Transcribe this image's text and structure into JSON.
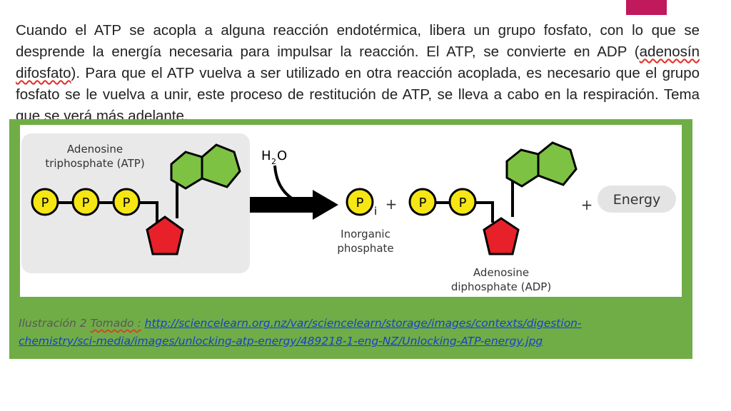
{
  "accent_color": "#c0195c",
  "panel_color": "#70ad47",
  "paragraph": {
    "part1": "Cuando el ATP se acopla a alguna reacción endotérmica, libera un grupo fosfato, con lo que se desprende la energía necesaria para impulsar la reacción. El ATP, se convierte en ADP (",
    "wavy1": "adenosín",
    "space": " ",
    "wavy2": "difosfato",
    "part2": "). Para que el ATP vuelva a ser utilizado en otra reacción acoplada, es necesario que el grupo fosfato se le vuelva a unir, este proceso de restitución de ATP, se lleva a cabo en la respiración. Tema que se verá más adelante."
  },
  "diagram": {
    "atp_label_line1": "Adenosine",
    "atp_label_line2": "triphosphate (ATP)",
    "phosphate_symbol": "P",
    "water": "H",
    "water_sub": "2",
    "water_o": "O",
    "inorganic_sub": "i",
    "plus": "+",
    "inorganic_line1": "Inorganic",
    "inorganic_line2": "phosphate",
    "adp_label_line1": "Adenosine",
    "adp_label_line2": "diphosphate (ADP)",
    "energy": "Energy",
    "colors": {
      "phosphate_fill": "#f5e614",
      "sugar_fill": "#e8202a",
      "base_fill": "#7dc242",
      "energy_fill": "#e4e4e4"
    }
  },
  "caption": {
    "prefix": "Ilustración 2 ",
    "tomado": "Tomado :",
    "url_line1": "http://sciencelearn.org.nz/var/sciencelearn/storage/images/contexts/digestion-",
    "url_line2": "chemistry/sci-media/images/unlocking-atp-energy/489218-1-eng-NZ/Unlocking-ATP-energy.jpg"
  }
}
